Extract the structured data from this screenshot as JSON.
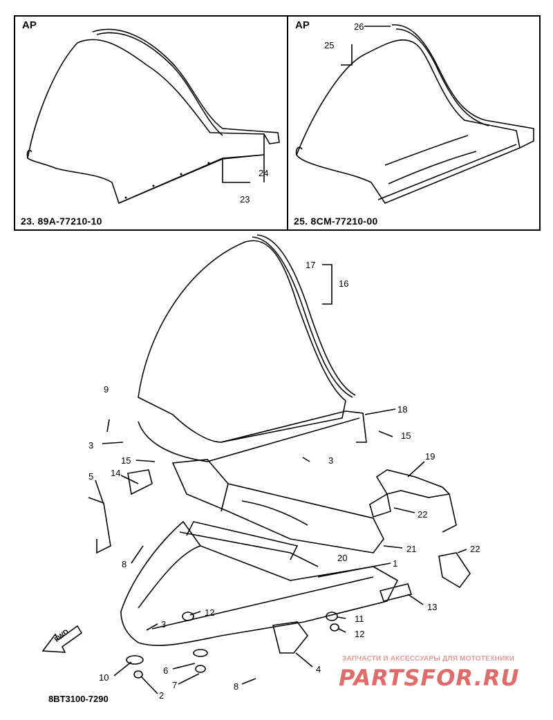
{
  "panels": [
    {
      "tag": "AP",
      "caption": "23. 89A-77210-10"
    },
    {
      "tag": "AP",
      "caption": "25. 8CM-77210-00"
    }
  ],
  "callouts": {
    "p1": [
      "24",
      "23"
    ],
    "p2": [
      "26",
      "25"
    ],
    "main": [
      "17",
      "16",
      "9",
      "3",
      "18",
      "15",
      "15",
      "3",
      "19",
      "14",
      "5",
      "22",
      "21",
      "22",
      "8",
      "20",
      "1",
      "12",
      "3",
      "11",
      "12",
      "13",
      "10",
      "6",
      "4",
      "7",
      "8",
      "2",
      "3"
    ]
  },
  "fwd_label": "FWD",
  "diagram_code": "8BT3100-7290",
  "watermark": {
    "tagline": "ЗАПЧАСТИ И АКСЕССУАРЫ ДЛЯ МОТОТЕХНИКИ",
    "brand": "PARTSFOR.RU"
  }
}
